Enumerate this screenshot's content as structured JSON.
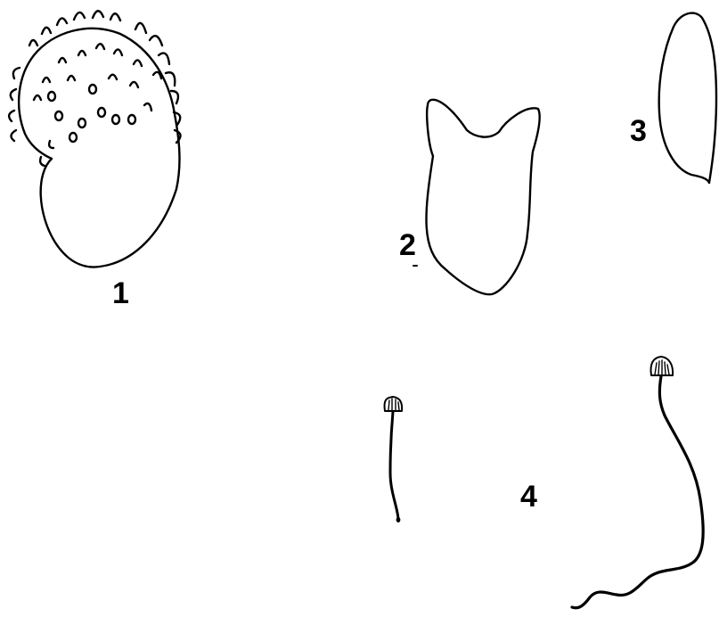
{
  "figures": [
    {
      "label": "1",
      "subject": "spore"
    },
    {
      "label": "2",
      "subject": "cystidium"
    },
    {
      "label": "3",
      "subject": "spore"
    },
    {
      "label": "4",
      "subject": "basidiocarps"
    }
  ]
}
